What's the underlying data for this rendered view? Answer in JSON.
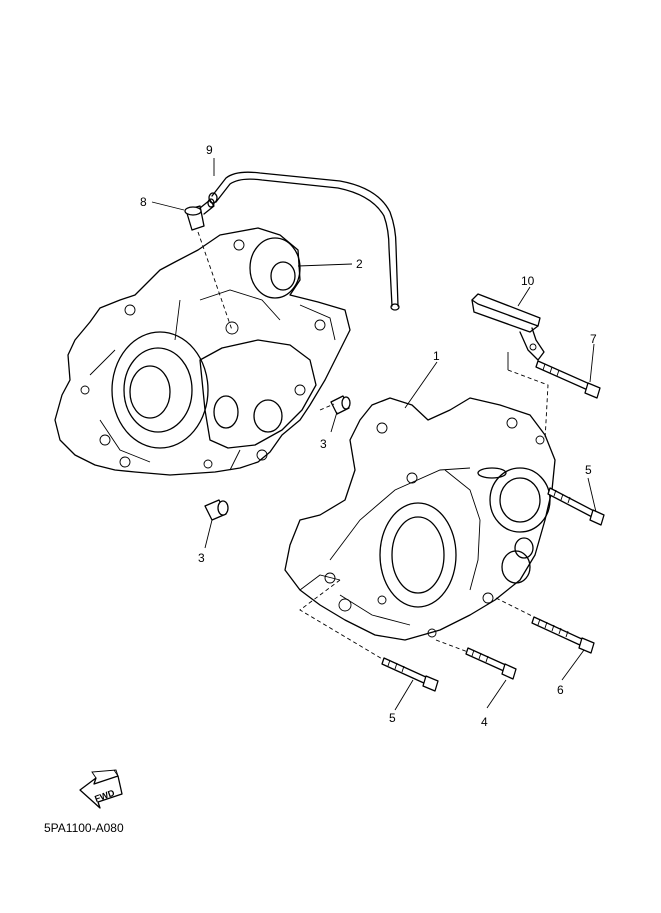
{
  "callouts": {
    "c1": "1",
    "c2": "2",
    "c3a": "3",
    "c3b": "3",
    "c4": "4",
    "c5a": "5",
    "c5b": "5",
    "c6": "6",
    "c7": "7",
    "c8": "8",
    "c9": "9",
    "c10": "10"
  },
  "fwd_label": "FWD",
  "diagram_code": "5PA1100-A080"
}
